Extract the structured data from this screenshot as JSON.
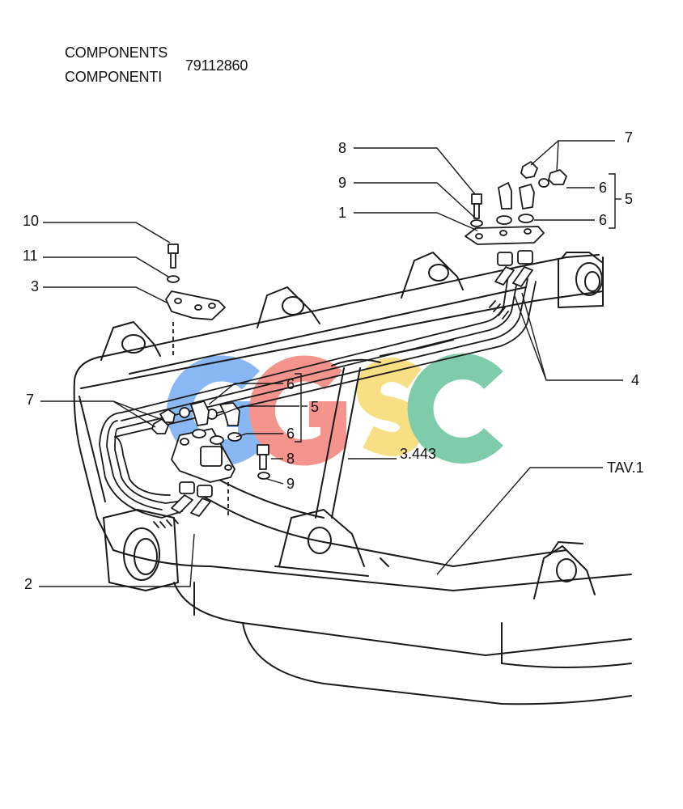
{
  "header": {
    "components_en": "COMPONENTS",
    "components_it": "COMPONENTI",
    "part_number": "79112860"
  },
  "watermark": {
    "letters": [
      "G",
      "G",
      "S",
      "C"
    ],
    "colors": [
      "#5b9cf0",
      "#f06b60",
      "#f8d455",
      "#4fb98a"
    ]
  },
  "callouts": {
    "c8_top": "8",
    "c9_top": "9",
    "c1": "1",
    "c7_top": "7",
    "c6_top_a": "6",
    "c5_top": "5",
    "c6_top_b": "6",
    "c10": "10",
    "c11": "11",
    "c3": "3",
    "c4": "4",
    "c7_mid": "7",
    "c6_mid_a": "6",
    "c5_mid": "5",
    "c6_mid_b": "6",
    "c8_mid": "8",
    "c9_mid": "9",
    "ref_3443": "3.443",
    "tav": "TAV.1",
    "c2": "2"
  }
}
